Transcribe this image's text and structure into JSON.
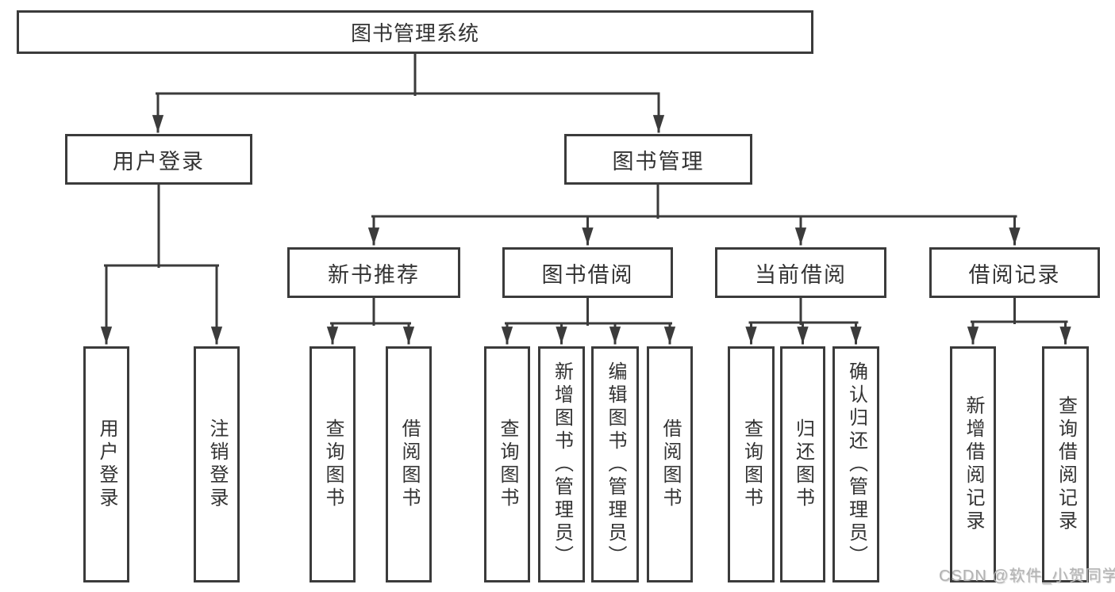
{
  "title": "图书管理系统",
  "colors": {
    "line": "#3b3b3b",
    "text": "#333333",
    "watermark": "#b3b3b3",
    "background": "#ffffff"
  },
  "tree": {
    "root": {
      "label": "图书管理系统"
    },
    "user": {
      "label": "用户登录",
      "children": [
        {
          "label": "用户登录"
        },
        {
          "label": "注销登录"
        }
      ]
    },
    "book": {
      "label": "图书管理",
      "children": [
        {
          "label": "新书推荐",
          "children": [
            {
              "label": "查询图书"
            },
            {
              "label": "借阅图书"
            }
          ]
        },
        {
          "label": "图书借阅",
          "children": [
            {
              "label": "查询图书"
            },
            {
              "label": "新增图书（管理员）"
            },
            {
              "label": "编辑图书（管理员）"
            },
            {
              "label": "借阅图书"
            }
          ]
        },
        {
          "label": "当前借阅",
          "children": [
            {
              "label": "查询图书"
            },
            {
              "label": "归还图书"
            },
            {
              "label": "确认归还（管理员）"
            }
          ]
        },
        {
          "label": "借阅记录",
          "children": [
            {
              "label": "新增借阅记录"
            },
            {
              "label": "查询借阅记录"
            }
          ]
        }
      ]
    }
  },
  "watermark": "CSDN @软件_小贺同学"
}
